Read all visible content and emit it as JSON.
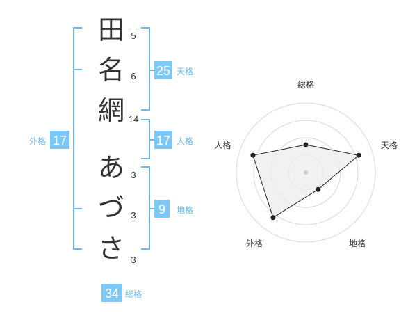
{
  "name": {
    "characters": [
      {
        "char": "田",
        "strokes": "5"
      },
      {
        "char": "名",
        "strokes": "6"
      },
      {
        "char": "網",
        "strokes": "14"
      },
      {
        "char": "あ",
        "strokes": "3"
      },
      {
        "char": "づ",
        "strokes": "3"
      },
      {
        "char": "さ",
        "strokes": "3"
      }
    ]
  },
  "scores": {
    "tenkaku": {
      "value": "25",
      "label": "天格"
    },
    "jinkaku": {
      "value": "17",
      "label": "人格"
    },
    "chikaku": {
      "value": "9",
      "label": "地格"
    },
    "gaikaku": {
      "value": "17",
      "label": "外格"
    },
    "soukaku": {
      "value": "34",
      "label": "総格"
    }
  },
  "colors": {
    "accent": "#7ec8f5",
    "bracket": "#6ab8ea",
    "text": "#333333",
    "grid": "#d8d8d8",
    "fill": "#eeeeee"
  },
  "chart_data": {
    "type": "radar",
    "axes": [
      "総格",
      "天格",
      "地格",
      "外格",
      "人格"
    ],
    "values": [
      0.4,
      0.8,
      0.3,
      0.8,
      0.8
    ],
    "scale_max": 1,
    "rings": 4
  }
}
